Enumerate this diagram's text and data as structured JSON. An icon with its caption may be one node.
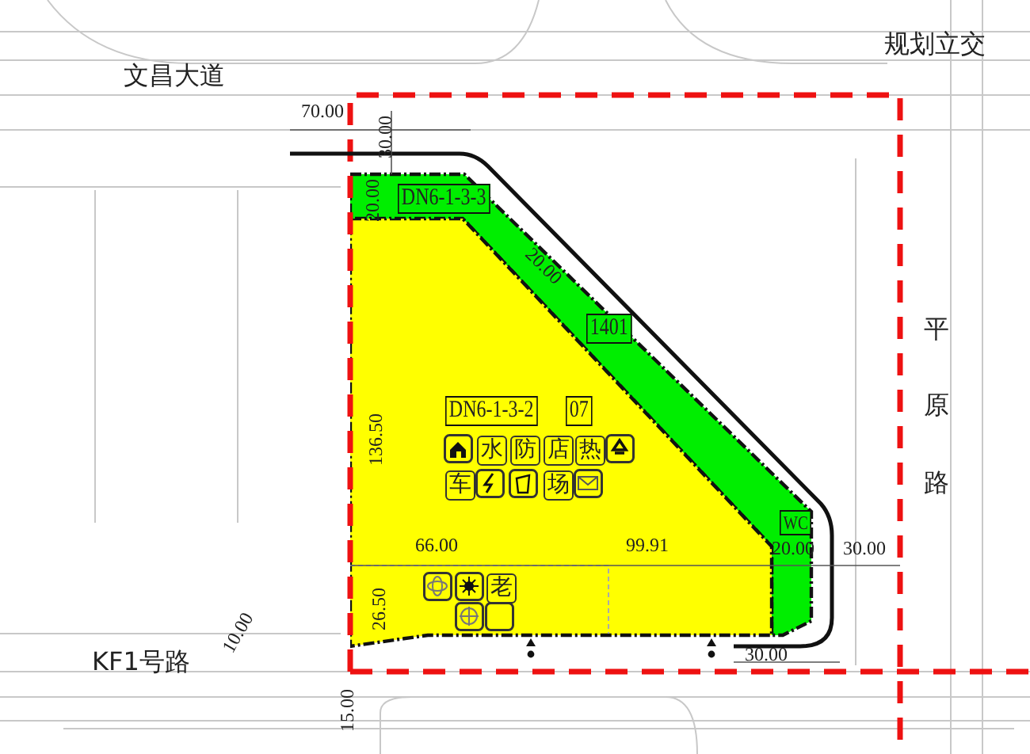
{
  "diagram": {
    "nodes": [
      {
        "text": [
          "DN6-1-3-3",
          "1401",
          "WC"
        ]
      },
      {
        "text": [
          "DN6-1-3-2",
          "07",
          "水",
          "防",
          "店",
          "热",
          "车",
          "场",
          "老"
        ]
      }
    ],
    "edges": [],
    "labels": [
      "规划立交",
      "文昌大道",
      "70.00",
      "30.00",
      "20.00",
      "20.00",
      "136.50",
      "平原路",
      "66.00",
      "99.91",
      "20.00",
      "30.00",
      "26.50",
      "10.00",
      "KF1号路",
      "30.00",
      "15.00"
    ]
  }
}
